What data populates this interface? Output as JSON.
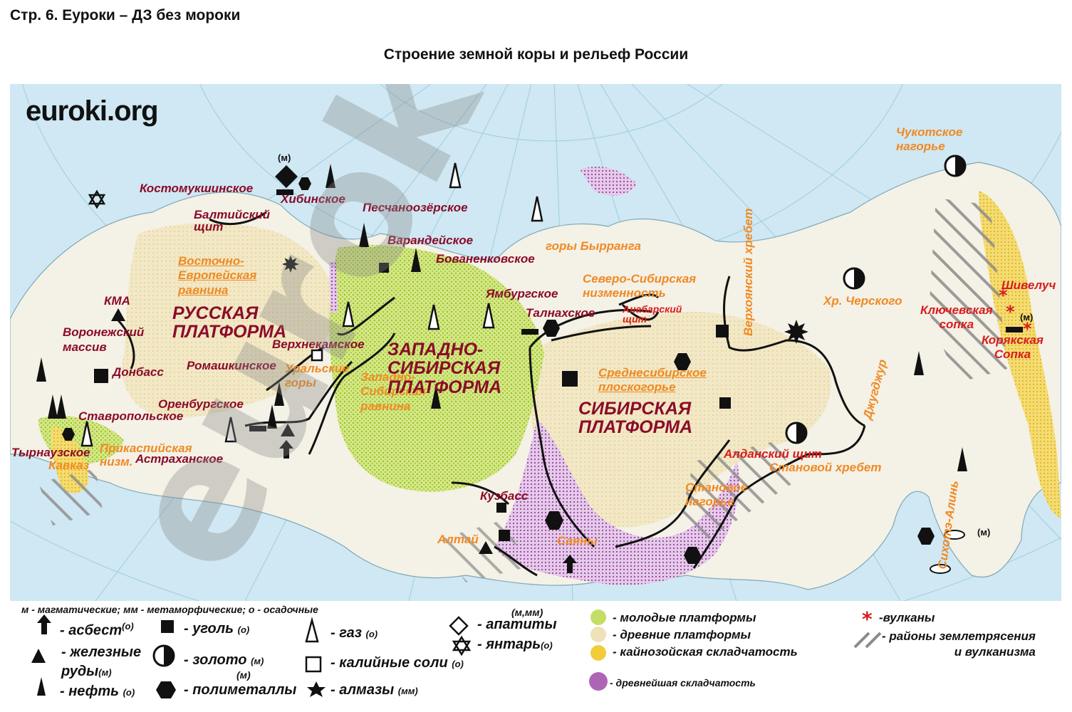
{
  "header": "Стр. 6. Еуроки – ДЗ без мороки",
  "title": "Строение земной коры и рельеф России",
  "logo": "euroki.org",
  "deposits": {
    "kostomuksha": "Костомукшинское",
    "khibiny": "Хибинское",
    "peschanoozyorsk": "Песчаноозёрское",
    "varandey": "Варандейское",
    "bovanenkovo": "Бованенковское",
    "yamburg": "Ямбургское",
    "talnakh": "Талнахское",
    "kma": "КМА",
    "verkhnekamsk": "Верхнекамское",
    "romashkino": "Ромашкинское",
    "donbass": "Донбасс",
    "orenburg": "Оренбургское",
    "stavropol": "Ставропольское",
    "tyrnyauz": "Тырнаузское",
    "astrakhan": "Астраханское",
    "kuzbass": "Кузбасс"
  },
  "relief": {
    "baltic_shield": "Балтийский\nщит",
    "east_european_plain": "Восточно-\nЕвропейская\nравнина",
    "voronezh_massif": "Воронежский\nмассив",
    "ural_mountains": "Уральские\nгоры",
    "west_siberian_plain": "Западно-\nСибирская\nравнина",
    "caspian_lowland": "Прикаспийская\nнизм.",
    "caucasus": "Кавказ",
    "byrranga": "горы Бырранга",
    "north_siberian_lowland": "Северо-Сибирская\nнизменность",
    "anabar_shield": "Анабарский\nщит",
    "central_siberian_plateau": "Среднесибирское\nплоскогорье",
    "verkhoyansk": "Верхоянский\nхребет",
    "chersky": "Хр. Черского",
    "chukotka": "Чукотское\nнагорье",
    "dzhugdzhur": "Джугджур",
    "aldan_shield": "Алданский щит",
    "stanovoy_range": "Становой хребет",
    "stanovoy_upland": "Становое\nнагорье",
    "sayany": "Саяны",
    "altai": "Алтай",
    "sikhote_alin": "Сихотэ-Алинь"
  },
  "platforms": {
    "russian": "РУССКАЯ\nПЛАТФОРМА",
    "west_siberian": "ЗАПАДНО-\nСИБИРСКАЯ\nПЛАТФОРМА",
    "siberian": "СИБИРСКАЯ\nПЛАТФОРМА"
  },
  "volcanoes": {
    "shiveluch": "Шивелуч",
    "klyuchevskaya": "Ключевская\nсопка",
    "koryakskaya": "Корякская\nСопка"
  },
  "marks": {
    "m": "(м)"
  },
  "legend": {
    "note": "м - магматические; мм - метаморфические; о - осадочные",
    "asbestos": "- асбест",
    "asbestos_tag": "(о)",
    "iron": "- железные\nруды",
    "iron_tag": "(м)",
    "oil": "- нефть",
    "oil_tag": "(о)",
    "coal": "- уголь",
    "coal_tag": "(о)",
    "gold": "- золото",
    "gold_tag": "(м)",
    "polymetals": "- полиметаллы",
    "polymetals_tag": "(м)",
    "gas": "- газ",
    "gas_tag": "(о)",
    "potash": "- калийные соли",
    "potash_tag": "(о)",
    "diamonds": "- алмазы",
    "diamonds_tag": "(мм)",
    "apatite": "- апатиты",
    "apatite_tag": "(м,мм)",
    "amber": "- янтарь",
    "amber_tag": "(о)",
    "young_platforms": "- молодые платформы",
    "ancient_platforms": "- древние платформы",
    "cenozoic": "- кайнозойская складчатость",
    "oldest": "- древнейшая складчатость",
    "volcanoes": "-вулканы",
    "seismic": "- районы землетрясения\nи вулканизма"
  },
  "colors": {
    "sea": "#cfe8f3",
    "land": "#f4f1e6",
    "young_platform": "#b7d84a",
    "ancient_platform": "#efe2b8",
    "cenozoic": "#f2cd3a",
    "oldest": "#a04aa8",
    "deposit_label": "#8a0c2a",
    "relief_label": "#f08a24",
    "volcano": "#d81d1d"
  }
}
